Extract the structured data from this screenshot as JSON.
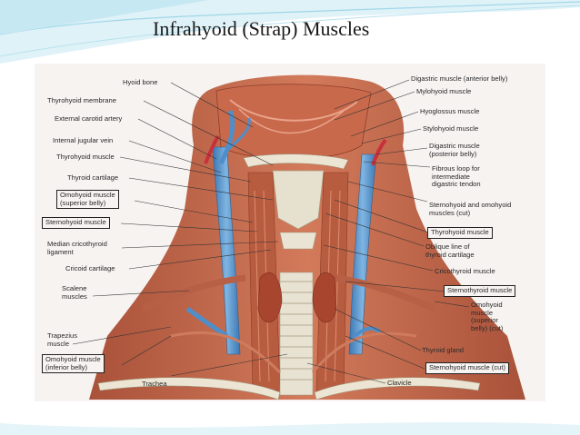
{
  "slide": {
    "title": "Infrahyoid (Strap) Muscles"
  },
  "figure": {
    "labels_left": {
      "hyoid_bone": "Hyoid bone",
      "thyrohyoid_membrane": "Thyrohyoid membrane",
      "external_carotid_artery": "External carotid artery",
      "internal_jugular_vein": "Internal jugular vein",
      "thyrohyoid_muscle": "Thyrohyoid muscle",
      "thyroid_cartilage": "Thyroid cartilage",
      "omohyoid_superior_line1": "Omohyoid muscle",
      "omohyoid_superior_line2": "(superior belly)",
      "sternohyoid_muscle": "Sternohyoid muscle",
      "median_cricothyroid_line1": "Median cricothyroid",
      "median_cricothyroid_line2": "ligament",
      "cricoid_cartilage": "Cricoid cartilage",
      "scalene_line1": "Scalene",
      "scalene_line2": "muscles",
      "trapezius_line1": "Trapezius",
      "trapezius_line2": "muscle",
      "omohyoid_inferior_line1": "Omohyoid muscle",
      "omohyoid_inferior_line2": "(inferior belly)",
      "trachea": "Trachea"
    },
    "labels_right": {
      "digastric_anterior": "Digastric muscle (anterior belly)",
      "mylohyoid": "Mylohyoid muscle",
      "hyoglossus": "Hyoglossus muscle",
      "stylohyoid": "Stylohyoid muscle",
      "digastric_posterior_line1": "Digastric muscle",
      "digastric_posterior_line2": "(posterior belly)",
      "fibrous_loop_line1": "Fibrous loop for",
      "fibrous_loop_line2": "intermediate",
      "fibrous_loop_line3": "digastric tendon",
      "sterno_omo_cut_line1": "Sternohyoid and omohyoid",
      "sterno_omo_cut_line2": "muscles (cut)",
      "thyrohyoid_muscle": "Thyrohyoid muscle",
      "oblique_line1": "Oblique line of",
      "oblique_line2": "thyroid cartilage",
      "cricothyroid": "Cricothyroid muscle",
      "sternothyroid": "Sternothyroid muscle",
      "omohyoid_sup_cut_line1": "Omohyoid",
      "omohyoid_sup_cut_line2": "muscle",
      "omohyoid_sup_cut_line3": "(superior",
      "omohyoid_sup_cut_line4": "belly) (cut)",
      "thyroid_gland": "Thyroid gland",
      "sternohyoid_cut": "Sternohyoid muscle (cut)",
      "clavicle": "Clavicle"
    },
    "colors": {
      "muscle": "#c4684a",
      "muscle_dark": "#9e4a32",
      "vein": "#4f8ec9",
      "artery": "#c8303a",
      "cartilage": "#e6e0cf"
    }
  }
}
